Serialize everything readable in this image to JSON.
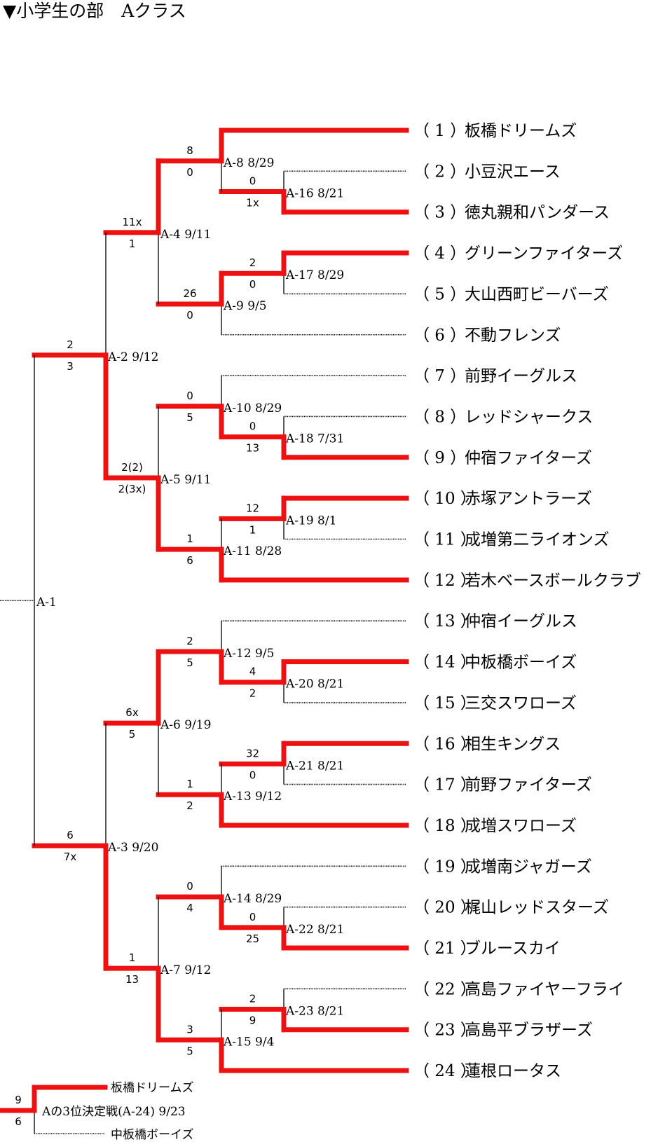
{
  "title": "▼小学生の部　Aクラス",
  "colors": {
    "win": "#ee1111",
    "line": "#000000",
    "text": "#000000"
  },
  "teams": [
    {
      "num": "1",
      "name": "板橋ドリームズ"
    },
    {
      "num": "2",
      "name": "小豆沢エース"
    },
    {
      "num": "3",
      "name": "徳丸親和パンダース"
    },
    {
      "num": "4",
      "name": "グリーンファイターズ"
    },
    {
      "num": "5",
      "name": "大山西町ビーバーズ"
    },
    {
      "num": "6",
      "name": "不動フレンズ"
    },
    {
      "num": "7",
      "name": "前野イーグルス"
    },
    {
      "num": "8",
      "name": "レッドシャークス"
    },
    {
      "num": "9",
      "name": "仲宿ファイターズ"
    },
    {
      "num": "10",
      "name": "赤塚アントラーズ"
    },
    {
      "num": "11",
      "name": "成増第二ライオンズ"
    },
    {
      "num": "12",
      "name": "若木ベースボールクラブ"
    },
    {
      "num": "13",
      "name": "仲宿イーグルス"
    },
    {
      "num": "14",
      "name": "中板橋ボーイズ"
    },
    {
      "num": "15",
      "name": "三交スワローズ"
    },
    {
      "num": "16",
      "name": "相生キングス"
    },
    {
      "num": "17",
      "name": "前野ファイターズ"
    },
    {
      "num": "18",
      "name": "成増スワローズ"
    },
    {
      "num": "19",
      "name": "成増南ジャガーズ"
    },
    {
      "num": "20",
      "name": "梶山レッドスターズ"
    },
    {
      "num": "21",
      "name": "ブルースカイ"
    },
    {
      "num": "22",
      "name": "高島ファイヤーフライ"
    },
    {
      "num": "23",
      "name": "高島平ブラザーズ"
    },
    {
      "num": "24",
      "name": "蓮根ロータス"
    }
  ],
  "matches": {
    "A-16": {
      "label": "A-16 8/21",
      "top_score": "0",
      "bot_score": "1x",
      "winner": "bottom"
    },
    "A-17": {
      "label": "A-17 8/29",
      "top_score": "2",
      "bot_score": "0",
      "winner": "top"
    },
    "A-18": {
      "label": "A-18 7/31",
      "top_score": "0",
      "bot_score": "13",
      "winner": "bottom"
    },
    "A-19": {
      "label": "A-19 8/1",
      "top_score": "12",
      "bot_score": "1",
      "winner": "top"
    },
    "A-20": {
      "label": "A-20 8/21",
      "top_score": "4",
      "bot_score": "2",
      "winner": "top"
    },
    "A-21": {
      "label": "A-21 8/21",
      "top_score": "32",
      "bot_score": "0",
      "winner": "top"
    },
    "A-22": {
      "label": "A-22 8/21",
      "top_score": "0",
      "bot_score": "25",
      "winner": "bottom"
    },
    "A-23": {
      "label": "A-23 8/21",
      "top_score": "2",
      "bot_score": "9",
      "winner": "bottom"
    },
    "A-8": {
      "label": "A-8 8/29",
      "top_score": "8",
      "bot_score": "0",
      "winner": "top"
    },
    "A-9": {
      "label": "A-9 9/5",
      "top_score": "26",
      "bot_score": "0",
      "winner": "top"
    },
    "A-10": {
      "label": "A-10 8/29",
      "top_score": "0",
      "bot_score": "5",
      "winner": "bottom"
    },
    "A-11": {
      "label": "A-11 8/28",
      "top_score": "1",
      "bot_score": "6",
      "winner": "bottom"
    },
    "A-12": {
      "label": "A-12 9/5",
      "top_score": "2",
      "bot_score": "5",
      "winner": "bottom"
    },
    "A-13": {
      "label": "A-13 9/12",
      "top_score": "1",
      "bot_score": "2",
      "winner": "bottom"
    },
    "A-14": {
      "label": "A-14 8/29",
      "top_score": "0",
      "bot_score": "4",
      "winner": "bottom"
    },
    "A-15": {
      "label": "A-15 9/4",
      "top_score": "3",
      "bot_score": "5",
      "winner": "bottom"
    },
    "A-4": {
      "label": "A-4 9/11",
      "top_score": "11x",
      "bot_score": "1",
      "winner": "top"
    },
    "A-5": {
      "label": "A-5 9/11",
      "top_score": "2(2)",
      "bot_score": "2(3x)",
      "winner": "bottom"
    },
    "A-6": {
      "label": "A-6 9/19",
      "top_score": "6x",
      "bot_score": "5",
      "winner": "top"
    },
    "A-7": {
      "label": "A-7 9/12",
      "top_score": "1",
      "bot_score": "13",
      "winner": "bottom"
    },
    "A-2": {
      "label": "A-2 9/12",
      "top_score": "2",
      "bot_score": "3",
      "winner": "bottom"
    },
    "A-3": {
      "label": "A-3 9/20",
      "top_score": "6",
      "bot_score": "7x",
      "winner": "bottom"
    },
    "A-1": {
      "label": "A-1",
      "top_score": "",
      "bot_score": "",
      "winner": "none"
    }
  },
  "third_place": {
    "label": "Aの3位決定戦(A-24) 9/23",
    "top_team": "板橋ドリームズ",
    "bot_team": "中板橋ボーイズ",
    "top_score": "9",
    "bot_score": "6",
    "winner": "top"
  }
}
